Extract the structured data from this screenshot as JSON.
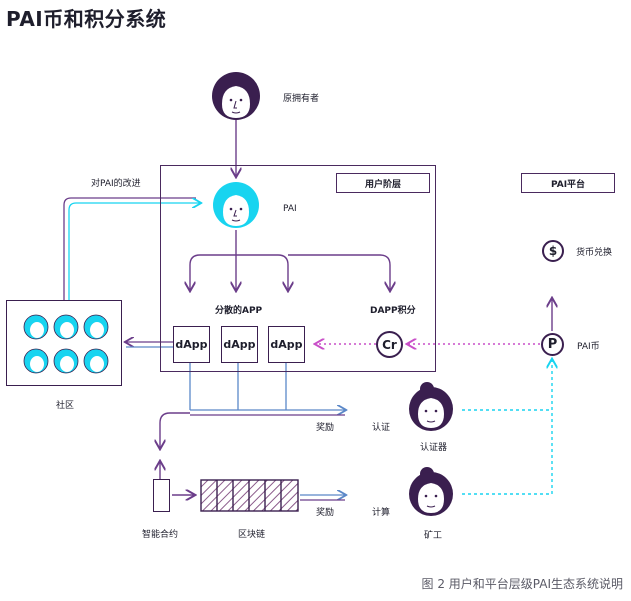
{
  "title": "PAI币和积分系统",
  "caption": "图 2 用户和平台层级PAI生态系统说明",
  "labels": {
    "original_owner": "原拥有者",
    "user_layer": "用户阶层",
    "pai_platform": "PAI平台",
    "pai": "PAI",
    "improve_pai": "对PAI的改进",
    "distributed_app": "分散的APP",
    "dapp_points": "DAPP积分",
    "dapp": "dApp",
    "cr": "Cr",
    "currency_exchange": "货币兑换",
    "dollar": "$",
    "pai_coin": "PAI币",
    "p": "P",
    "community": "社区",
    "reward_1": "奖励",
    "verify": "认证",
    "verifier": "认证器",
    "reward_2": "奖励",
    "compute": "计算",
    "miner": "矿工",
    "smart_contract": "智能合约",
    "blockchain": "区块链"
  },
  "colors": {
    "purple_dark": "#3a1f4f",
    "purple_line": "#6b3d8a",
    "magenta": "#c94fc8",
    "cyan": "#18d4f0",
    "blue_line": "#5b88c8",
    "hatch": "#8a5a8a"
  },
  "icons": {
    "owner": "person-dark-icon",
    "pai": "person-cyan-icon",
    "verifier": "woman-dark-icon",
    "miner": "woman-dark-icon"
  }
}
